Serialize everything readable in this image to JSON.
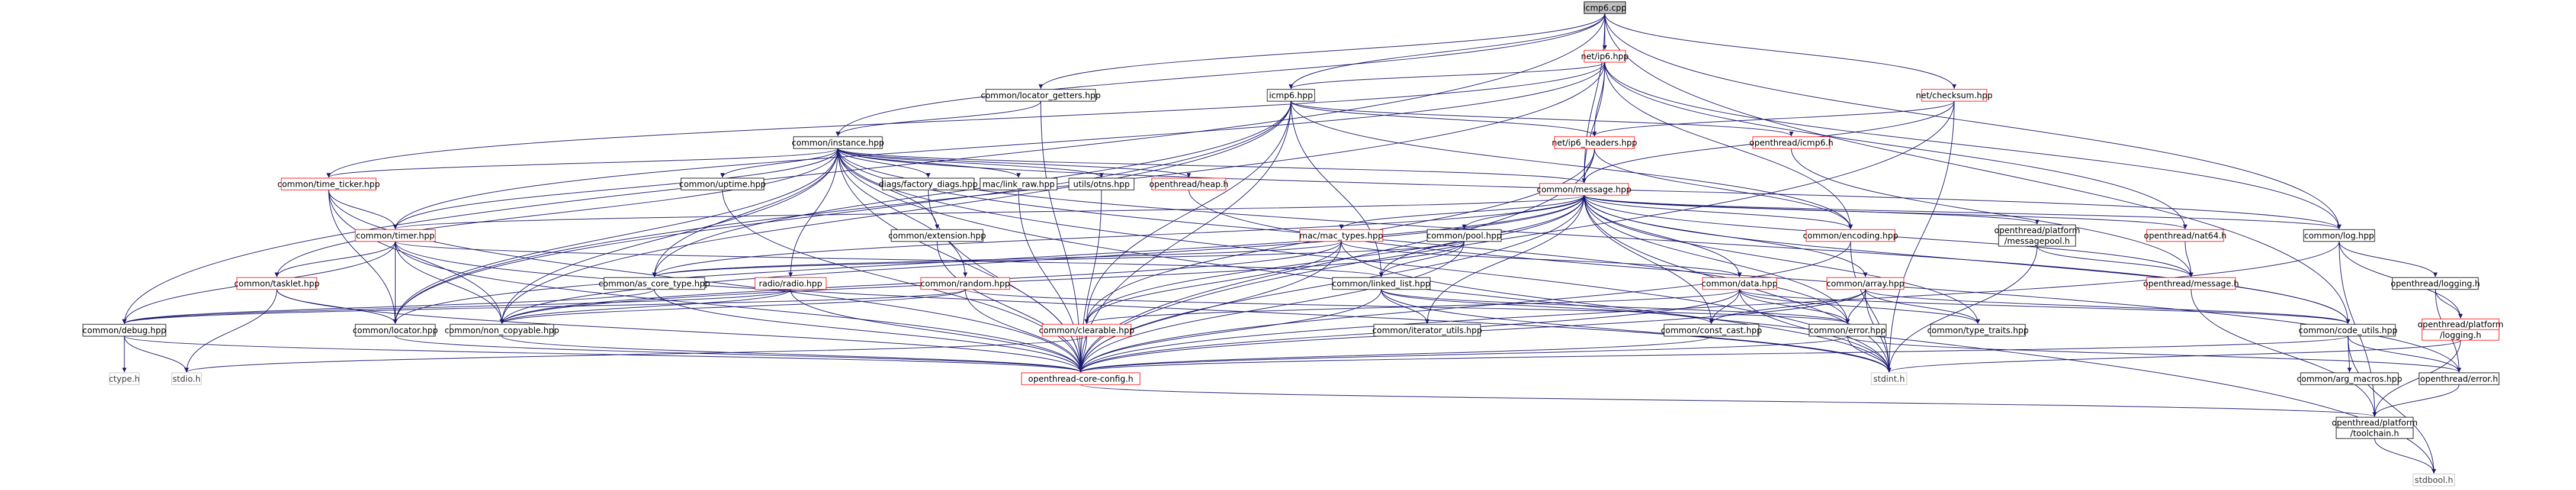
{
  "graph": {
    "colors": {
      "edge": "#191970",
      "root_fill": "#bfbfbf",
      "node_fill": "#ffffff",
      "border_black": "#000000",
      "border_red": "#ff0000",
      "border_grey": "#bfbfbf",
      "text": "#000000",
      "text_grey": "#404040"
    },
    "nodes": [
      {
        "id": "icmp6_cpp",
        "label": "icmp6.cpp",
        "style": "root"
      },
      {
        "id": "net_ip6_hpp",
        "label": "net/ip6.hpp",
        "style": "red"
      },
      {
        "id": "locator_getters",
        "label": "common/locator_getters.hpp",
        "style": "black"
      },
      {
        "id": "icmp6_hpp",
        "label": "icmp6.hpp",
        "style": "black"
      },
      {
        "id": "net_checksum",
        "label": "net/checksum.hpp",
        "style": "red"
      },
      {
        "id": "instance_hpp",
        "label": "common/instance.hpp",
        "style": "black"
      },
      {
        "id": "ip6_headers",
        "label": "net/ip6_headers.hpp",
        "style": "red"
      },
      {
        "id": "ot_icmp6",
        "label": "openthread/icmp6.h",
        "style": "red"
      },
      {
        "id": "message_hpp",
        "label": "common/message.hpp",
        "style": "red"
      },
      {
        "id": "time_ticker",
        "label": "common/time_ticker.hpp",
        "style": "red"
      },
      {
        "id": "uptime",
        "label": "common/uptime.hpp",
        "style": "black"
      },
      {
        "id": "factory_diags",
        "label": "diags/factory_diags.hpp",
        "style": "black"
      },
      {
        "id": "link_raw",
        "label": "mac/link_raw.hpp",
        "style": "black"
      },
      {
        "id": "utils_otns",
        "label": "utils/otns.hpp",
        "style": "black"
      },
      {
        "id": "ot_heap",
        "label": "openthread/heap.h",
        "style": "red"
      },
      {
        "id": "timer_hpp",
        "label": "common/timer.hpp",
        "style": "red"
      },
      {
        "id": "extension_hpp",
        "label": "common/extension.hpp",
        "style": "black"
      },
      {
        "id": "mac_types",
        "label": "mac/mac_types.hpp",
        "style": "red"
      },
      {
        "id": "pool_hpp",
        "label": "common/pool.hpp",
        "style": "black"
      },
      {
        "id": "encoding_hpp",
        "label": "common/encoding.hpp",
        "style": "red"
      },
      {
        "id": "msgpool_l1",
        "label": "openthread/platform",
        "style": "black"
      },
      {
        "id": "msgpool_l2",
        "label": "/messagepool.h",
        "style": "black"
      },
      {
        "id": "ot_nat64",
        "label": "openthread/nat64.h",
        "style": "red"
      },
      {
        "id": "log_hpp",
        "label": "common/log.hpp",
        "style": "black"
      },
      {
        "id": "tasklet_hpp",
        "label": "common/tasklet.hpp",
        "style": "red"
      },
      {
        "id": "as_core_type",
        "label": "common/as_core_type.hpp",
        "style": "black"
      },
      {
        "id": "radio_hpp",
        "label": "radio/radio.hpp",
        "style": "red"
      },
      {
        "id": "random_hpp",
        "label": "common/random.hpp",
        "style": "red"
      },
      {
        "id": "linked_list",
        "label": "common/linked_list.hpp",
        "style": "black"
      },
      {
        "id": "data_hpp",
        "label": "common/data.hpp",
        "style": "red"
      },
      {
        "id": "array_hpp",
        "label": "common/array.hpp",
        "style": "red"
      },
      {
        "id": "ot_message",
        "label": "openthread/message.h",
        "style": "red"
      },
      {
        "id": "ot_logging",
        "label": "openthread/logging.h",
        "style": "black"
      },
      {
        "id": "debug_hpp",
        "label": "common/debug.hpp",
        "style": "black"
      },
      {
        "id": "locator_hpp",
        "label": "common/locator.hpp",
        "style": "black"
      },
      {
        "id": "non_copyable",
        "label": "common/non_copyable.hpp",
        "style": "black"
      },
      {
        "id": "clearable",
        "label": "common/clearable.hpp",
        "style": "red"
      },
      {
        "id": "iterator_utils",
        "label": "common/iterator_utils.hpp",
        "style": "black"
      },
      {
        "id": "const_cast",
        "label": "common/const_cast.hpp",
        "style": "black"
      },
      {
        "id": "error_hpp",
        "label": "common/error.hpp",
        "style": "black"
      },
      {
        "id": "type_traits",
        "label": "common/type_traits.hpp",
        "style": "black"
      },
      {
        "id": "code_utils",
        "label": "common/code_utils.hpp",
        "style": "black"
      },
      {
        "id": "plat_logging_l1",
        "label": "openthread/platform",
        "style": "red"
      },
      {
        "id": "plat_logging_l2",
        "label": "/logging.h",
        "style": "red"
      },
      {
        "id": "ctype_h",
        "label": "ctype.h",
        "style": "grey"
      },
      {
        "id": "stdio_h",
        "label": "stdio.h",
        "style": "grey"
      },
      {
        "id": "core_config",
        "label": "openthread-core-config.h",
        "style": "red"
      },
      {
        "id": "stdint_h",
        "label": "stdint.h",
        "style": "grey"
      },
      {
        "id": "arg_macros",
        "label": "common/arg_macros.hpp",
        "style": "black"
      },
      {
        "id": "ot_error",
        "label": "openthread/error.h",
        "style": "black"
      },
      {
        "id": "toolchain_l1",
        "label": "openthread/platform",
        "style": "black"
      },
      {
        "id": "toolchain_l2",
        "label": "/toolchain.h",
        "style": "black"
      },
      {
        "id": "stdbool_h",
        "label": "stdbool.h",
        "style": "grey"
      }
    ]
  }
}
